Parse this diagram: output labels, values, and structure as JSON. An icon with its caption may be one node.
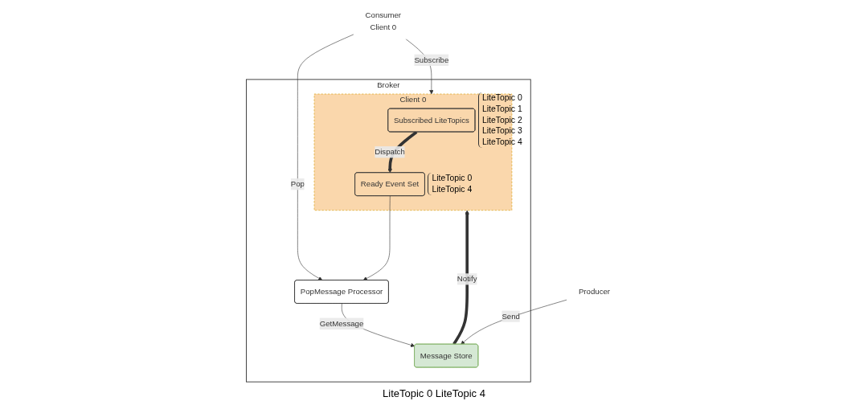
{
  "diagram": {
    "nodes": [
      {
        "text": [
          "Broker"
        ]
      },
      {
        "text": [
          "Client 0"
        ],
        "in": 0
      },
      {
        "text": [
          "Subscribed LiteTopics"
        ],
        "in": 1,
        "beside": [
          "LiteTopic 0",
          "LiteTopic 1",
          "LiteTopic 2",
          "LiteTopic 3",
          "LiteTopic 4"
        ]
      },
      {
        "text": [
          "Ready Event Set"
        ],
        "in": 1,
        "beside": [
          "LiteTopic 0",
          "LiteTopic 4"
        ]
      },
      {
        "text": [
          "PopMessage Processor"
        ],
        "in": 0
      },
      {
        "text": [
          "Message Store"
        ],
        "in": 0
      },
      {
        "text": [
          "Consumer",
          "Client 0"
        ]
      },
      {
        "text": [
          "Producer"
        ]
      }
    ],
    "edges": [
      {
        "from": 6,
        "to": 1,
        "arrow": "to",
        "label": "Subscribe"
      },
      {
        "from": 6,
        "to": 4,
        "arrow": "to",
        "label": "Pop"
      },
      {
        "from": 2,
        "to": 3,
        "arrow": "to",
        "label": "Dispatch",
        "style": "thick"
      },
      {
        "from": 3,
        "to": 4,
        "arrow": "to"
      },
      {
        "from": 4,
        "to": 5,
        "arrow": "to",
        "label": "GetMessage"
      },
      {
        "from": 7,
        "to": 5,
        "arrow": "to",
        "label": "Send"
      },
      {
        "from": 5,
        "to": 1,
        "arrow": "to",
        "label": "Notify",
        "style": "thick"
      }
    ],
    "labels": [
      "LiteTopic 0 LiteTopic 4"
    ]
  }
}
